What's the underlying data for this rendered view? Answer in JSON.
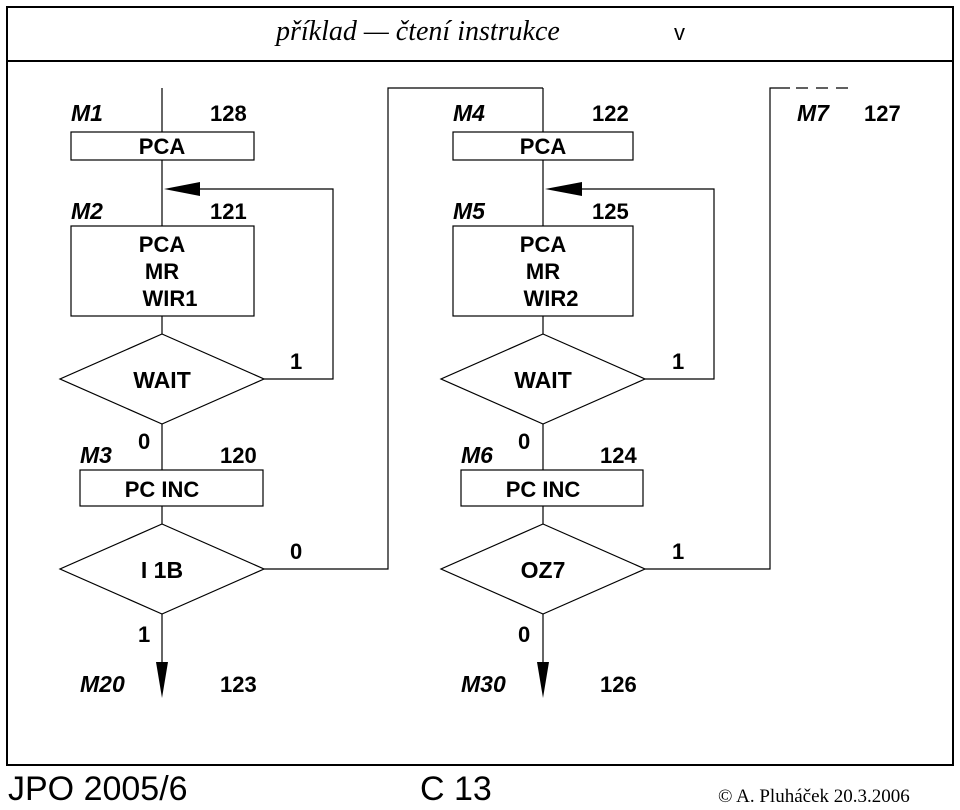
{
  "header": {
    "title": "příklad — čtení instrukce",
    "mark": "v"
  },
  "diagram": {
    "left": {
      "m1": {
        "label": "M1",
        "address": "128",
        "box": [
          "PCA"
        ]
      },
      "m2": {
        "label": "M2",
        "address": "121",
        "box": [
          "PCA",
          "MR",
          "WIR1"
        ]
      },
      "wait": {
        "text": "WAIT",
        "branch_yes": "1"
      },
      "m3": {
        "label": "M3",
        "address": "120",
        "branch_in": "0",
        "box": [
          "PC INC"
        ]
      },
      "decision": {
        "text": "I 1B",
        "branch_right": "0",
        "branch_down": "1"
      },
      "exit": {
        "label": "M20",
        "address": "123"
      }
    },
    "middle": {
      "m4": {
        "label": "M4",
        "address": "122",
        "box": [
          "PCA"
        ]
      },
      "m5": {
        "label": "M5",
        "address": "125",
        "box": [
          "PCA",
          "MR",
          "WIR2"
        ]
      },
      "wait": {
        "text": "WAIT",
        "branch_yes": "1"
      },
      "m6": {
        "label": "M6",
        "address": "124",
        "branch_in": "0",
        "box": [
          "PC INC"
        ]
      },
      "decision": {
        "text": "OZ7",
        "branch_right": "1",
        "branch_down": "0"
      },
      "exit": {
        "label": "M30",
        "address": "126"
      }
    },
    "right": {
      "m7": {
        "label": "M7",
        "address": "127"
      }
    }
  },
  "footer": {
    "course": "JPO 2005/6",
    "slide": "C 13",
    "copyright": "© A. Pluháček 20.3.2006"
  }
}
